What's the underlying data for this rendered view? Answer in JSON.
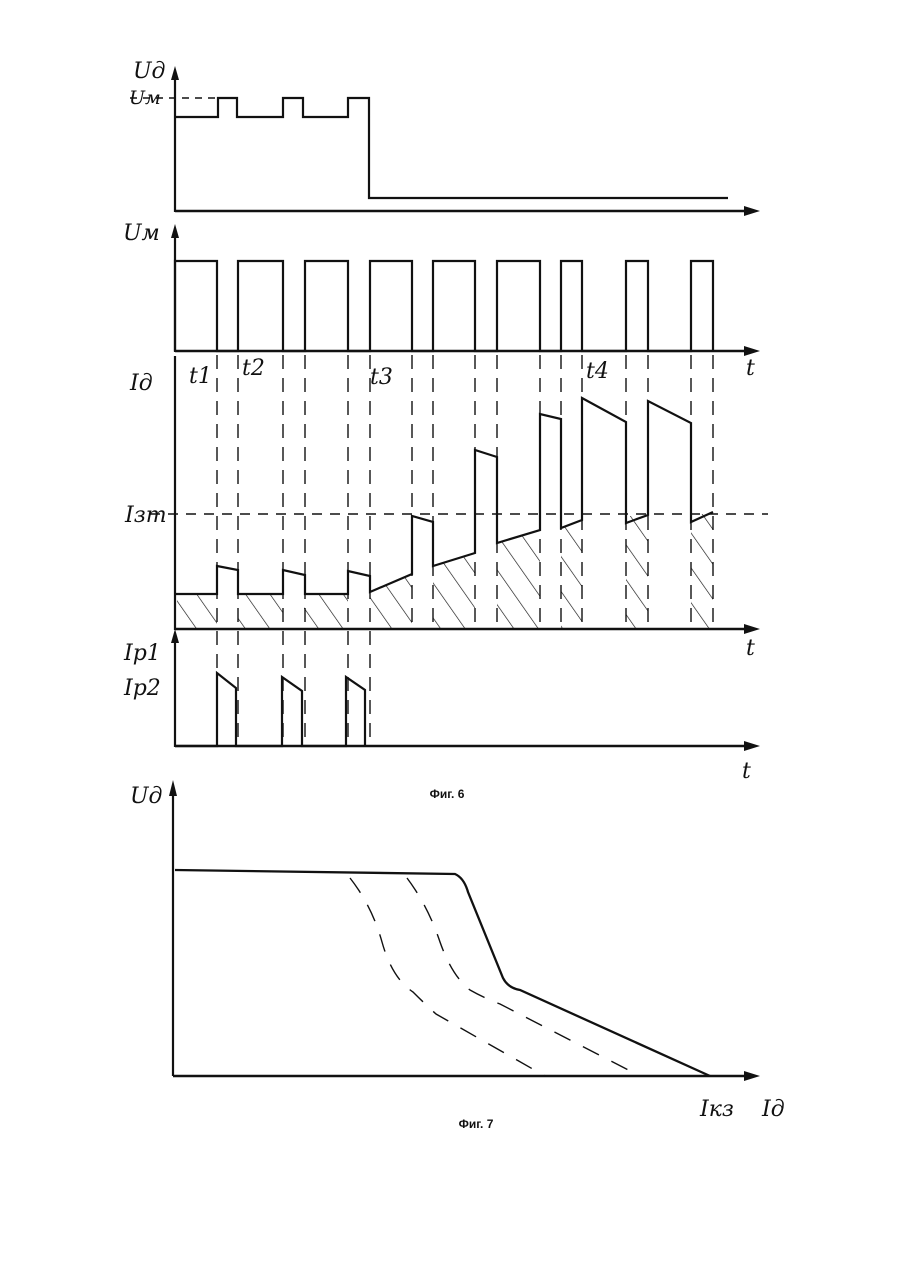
{
  "fig6": {
    "caption": "Фиг. 6",
    "ud_label": "Uд",
    "um_level_label": "Uм",
    "um_label": "Uм",
    "t1_label": "t1",
    "t2_label": "t2",
    "t3_label": "t3",
    "t4_label": "t4",
    "t_label_1": "t",
    "id_label": "Iд",
    "izt_label": "Iзт",
    "t_label_2": "t",
    "ip1_label": "Iр1",
    "ip2_label": "Iр2",
    "t_label_3": "t"
  },
  "fig7": {
    "caption": "Фиг. 7",
    "ud_label": "Uд",
    "ikz_label": "Iкз",
    "id_label": "Iд"
  }
}
